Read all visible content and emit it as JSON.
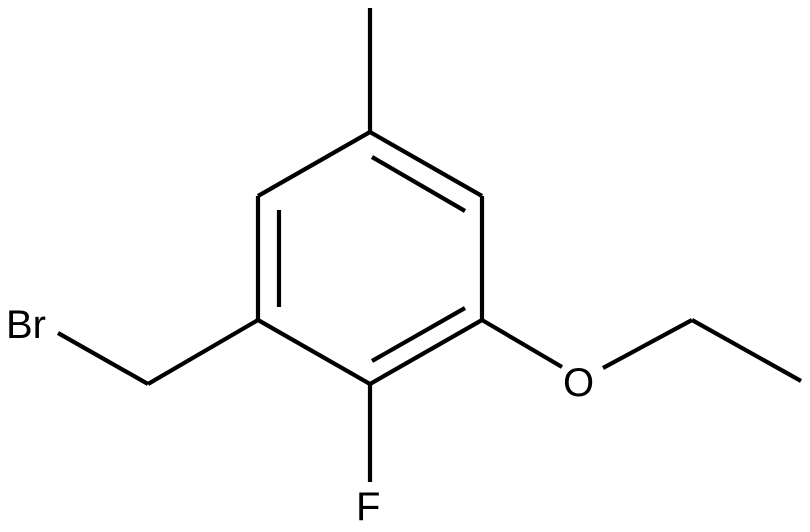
{
  "molecule": {
    "atoms": {
      "bromine": "Br",
      "oxygen": "O",
      "fluorine": "F"
    },
    "colors": {
      "bond": "#000000",
      "label": "#000000",
      "background": "#ffffff"
    }
  }
}
